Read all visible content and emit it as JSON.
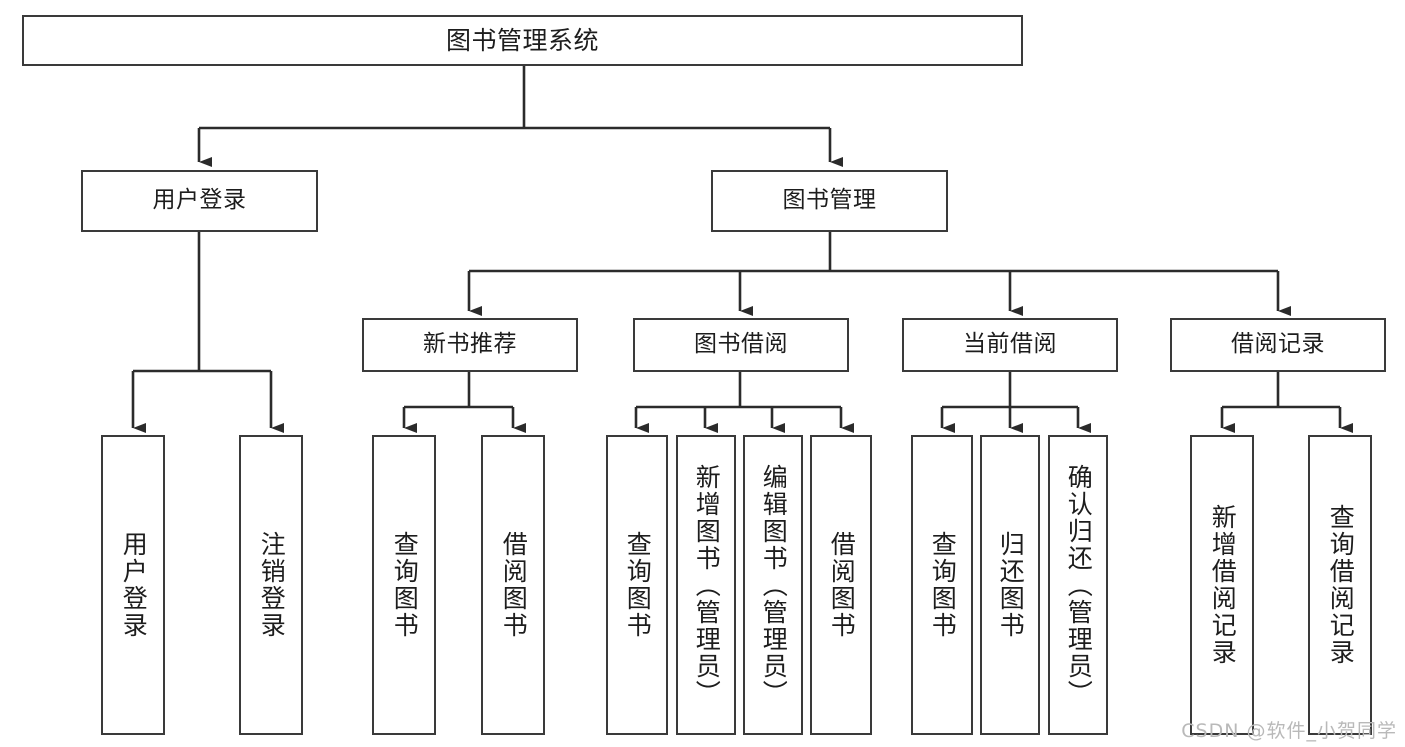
{
  "diagram": {
    "title": "图书管理系统",
    "type": "tree-structure-chart",
    "colors": {
      "node_border": "#3a3a3a",
      "node_fill": "#ffffff",
      "edge": "#2b2b2b",
      "text": "#1d1d1d",
      "watermark": "#b9b9b9",
      "background": "#ffffff"
    },
    "root": {
      "label": "图书管理系统"
    },
    "level2": [
      {
        "label": "用户登录"
      },
      {
        "label": "图书管理"
      }
    ],
    "level3": [
      {
        "label": "新书推荐"
      },
      {
        "label": "图书借阅"
      },
      {
        "label": "当前借阅"
      },
      {
        "label": "借阅记录"
      }
    ],
    "leaves": [
      {
        "label": "用户登录",
        "parent": "用户登录"
      },
      {
        "label": "注销登录",
        "parent": "用户登录"
      },
      {
        "label": "查询图书",
        "parent": "新书推荐"
      },
      {
        "label": "借阅图书",
        "parent": "新书推荐"
      },
      {
        "label": "查询图书",
        "parent": "图书借阅"
      },
      {
        "label": "新增图书（管理员）",
        "parent": "图书借阅"
      },
      {
        "label": "编辑图书（管理员）",
        "parent": "图书借阅"
      },
      {
        "label": "借阅图书",
        "parent": "图书借阅"
      },
      {
        "label": "查询图书",
        "parent": "当前借阅"
      },
      {
        "label": "归还图书",
        "parent": "当前借阅"
      },
      {
        "label": "确认归还（管理员）",
        "parent": "当前借阅"
      },
      {
        "label": "新增借阅记录",
        "parent": "借阅记录"
      },
      {
        "label": "查询借阅记录",
        "parent": "借阅记录"
      }
    ]
  },
  "watermark": {
    "text": "CSDN @软件_小贺同学"
  }
}
